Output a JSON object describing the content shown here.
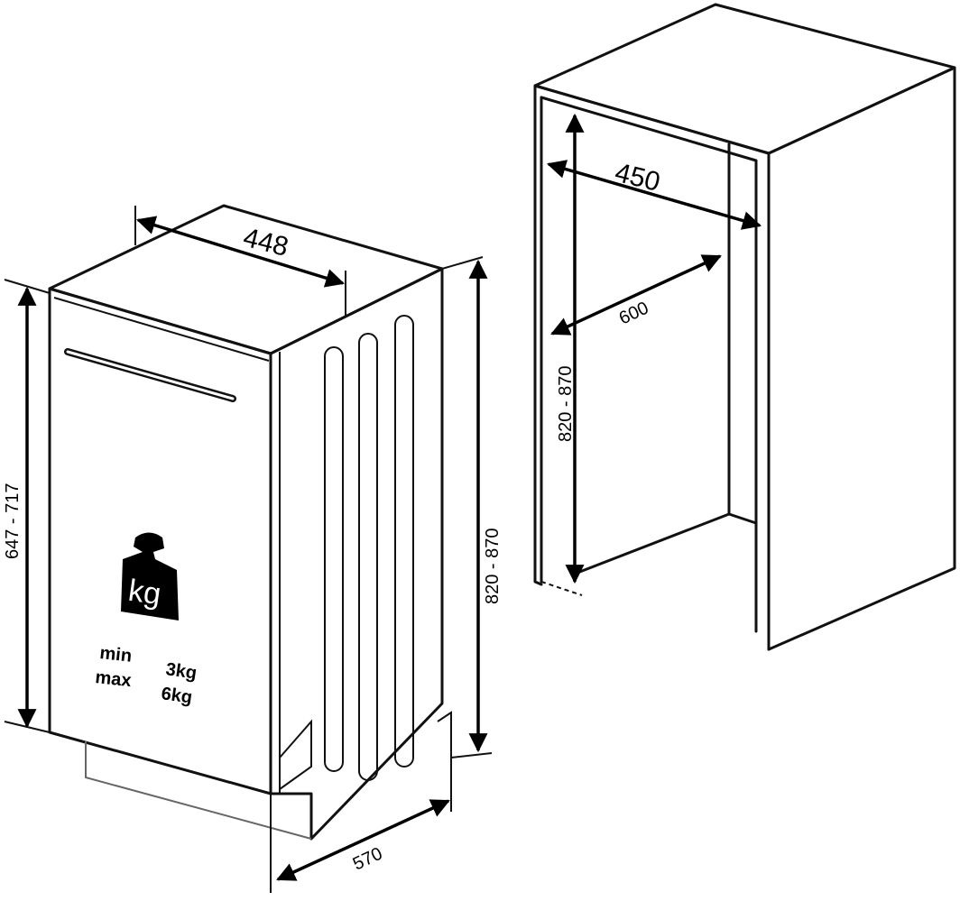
{
  "diagram": {
    "type": "installation-dimensions",
    "appliance": {
      "width_label": "448",
      "depth_label": "570",
      "height_label": "820 - 870",
      "door_height_label": "647 - 717",
      "weight_icon_text": "kg",
      "min_label": "min",
      "max_label": "max",
      "min_value": "3kg",
      "max_value": "6kg"
    },
    "cabinet": {
      "width_label": "450",
      "depth_label": "600",
      "height_label": "820 - 870"
    }
  }
}
